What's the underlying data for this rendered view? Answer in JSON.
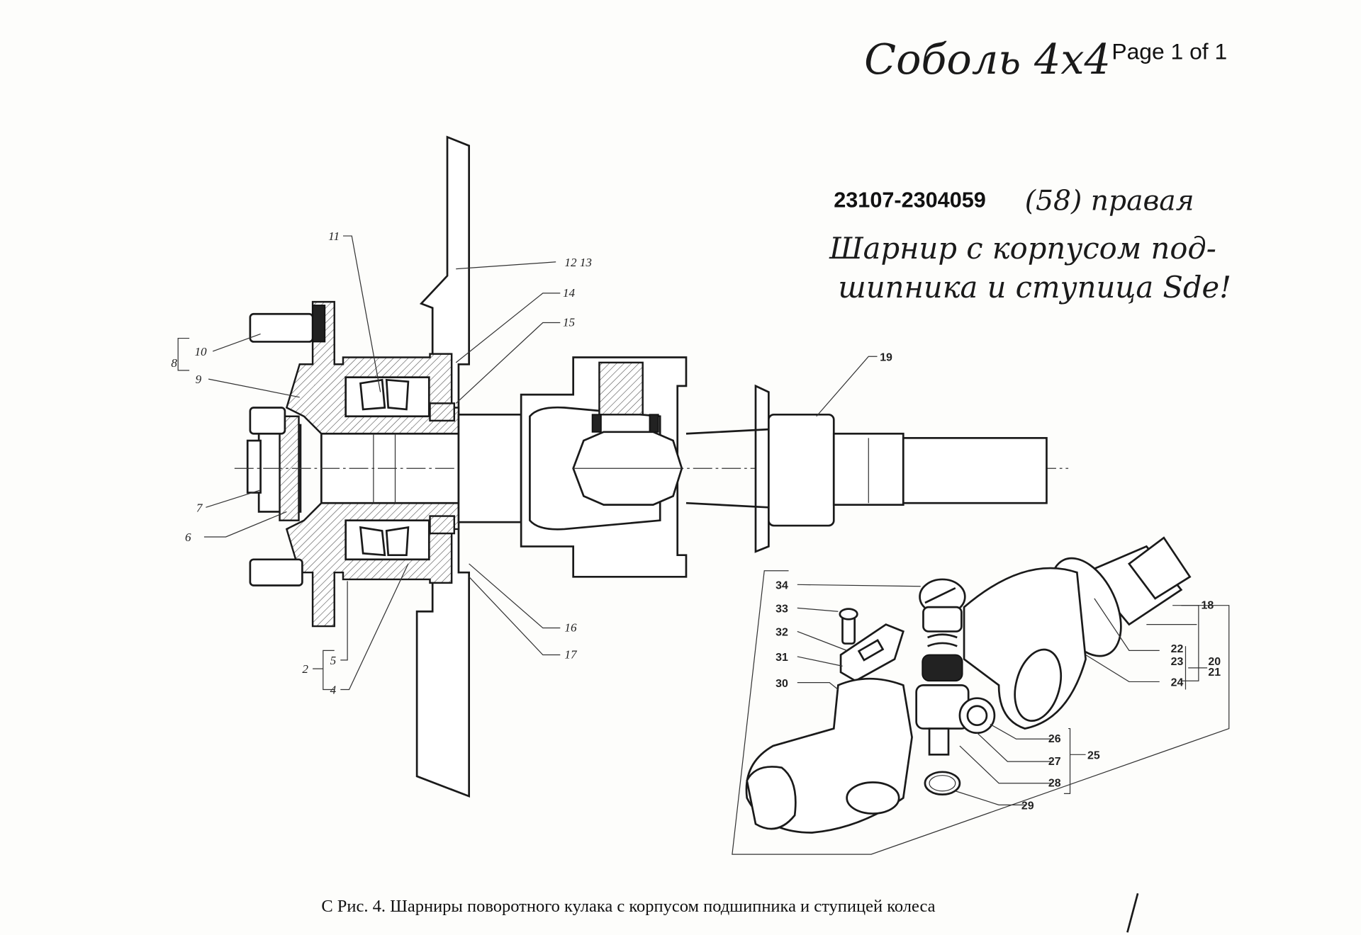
{
  "header": {
    "handwritten_model": "Соболь 4х4",
    "page_indicator": "Page 1 of 1"
  },
  "part": {
    "number": "23107-2304059",
    "handwritten_qty": "(58) правая",
    "handwritten_desc_line1": "Шарнир с корпусом под-",
    "handwritten_desc_line2": "шипника и ступица Sde!"
  },
  "section_view_labels": {
    "l11": "11",
    "l12_13": "12  13",
    "l14": "14",
    "l15": "15",
    "l10": "10",
    "l8": "8",
    "l9": "9",
    "l19": "19",
    "l7": "7",
    "l6": "6",
    "l16": "16",
    "l17": "17",
    "l2": "2",
    "l5": "5",
    "l4": "4"
  },
  "exploded_view_labels": {
    "l34": "34",
    "l33": "33",
    "l32": "32",
    "l31": "31",
    "l30": "30",
    "l18": "18",
    "l22": "22",
    "l23": "23",
    "l24": "24",
    "l20": "20",
    "l21": "21",
    "l26": "26",
    "l27": "27",
    "l28": "28",
    "l25": "25",
    "l29": "29"
  },
  "caption": "С Рис. 4. Шарниры поворотного кулака с корпусом подшипника и ступицей колеса"
}
